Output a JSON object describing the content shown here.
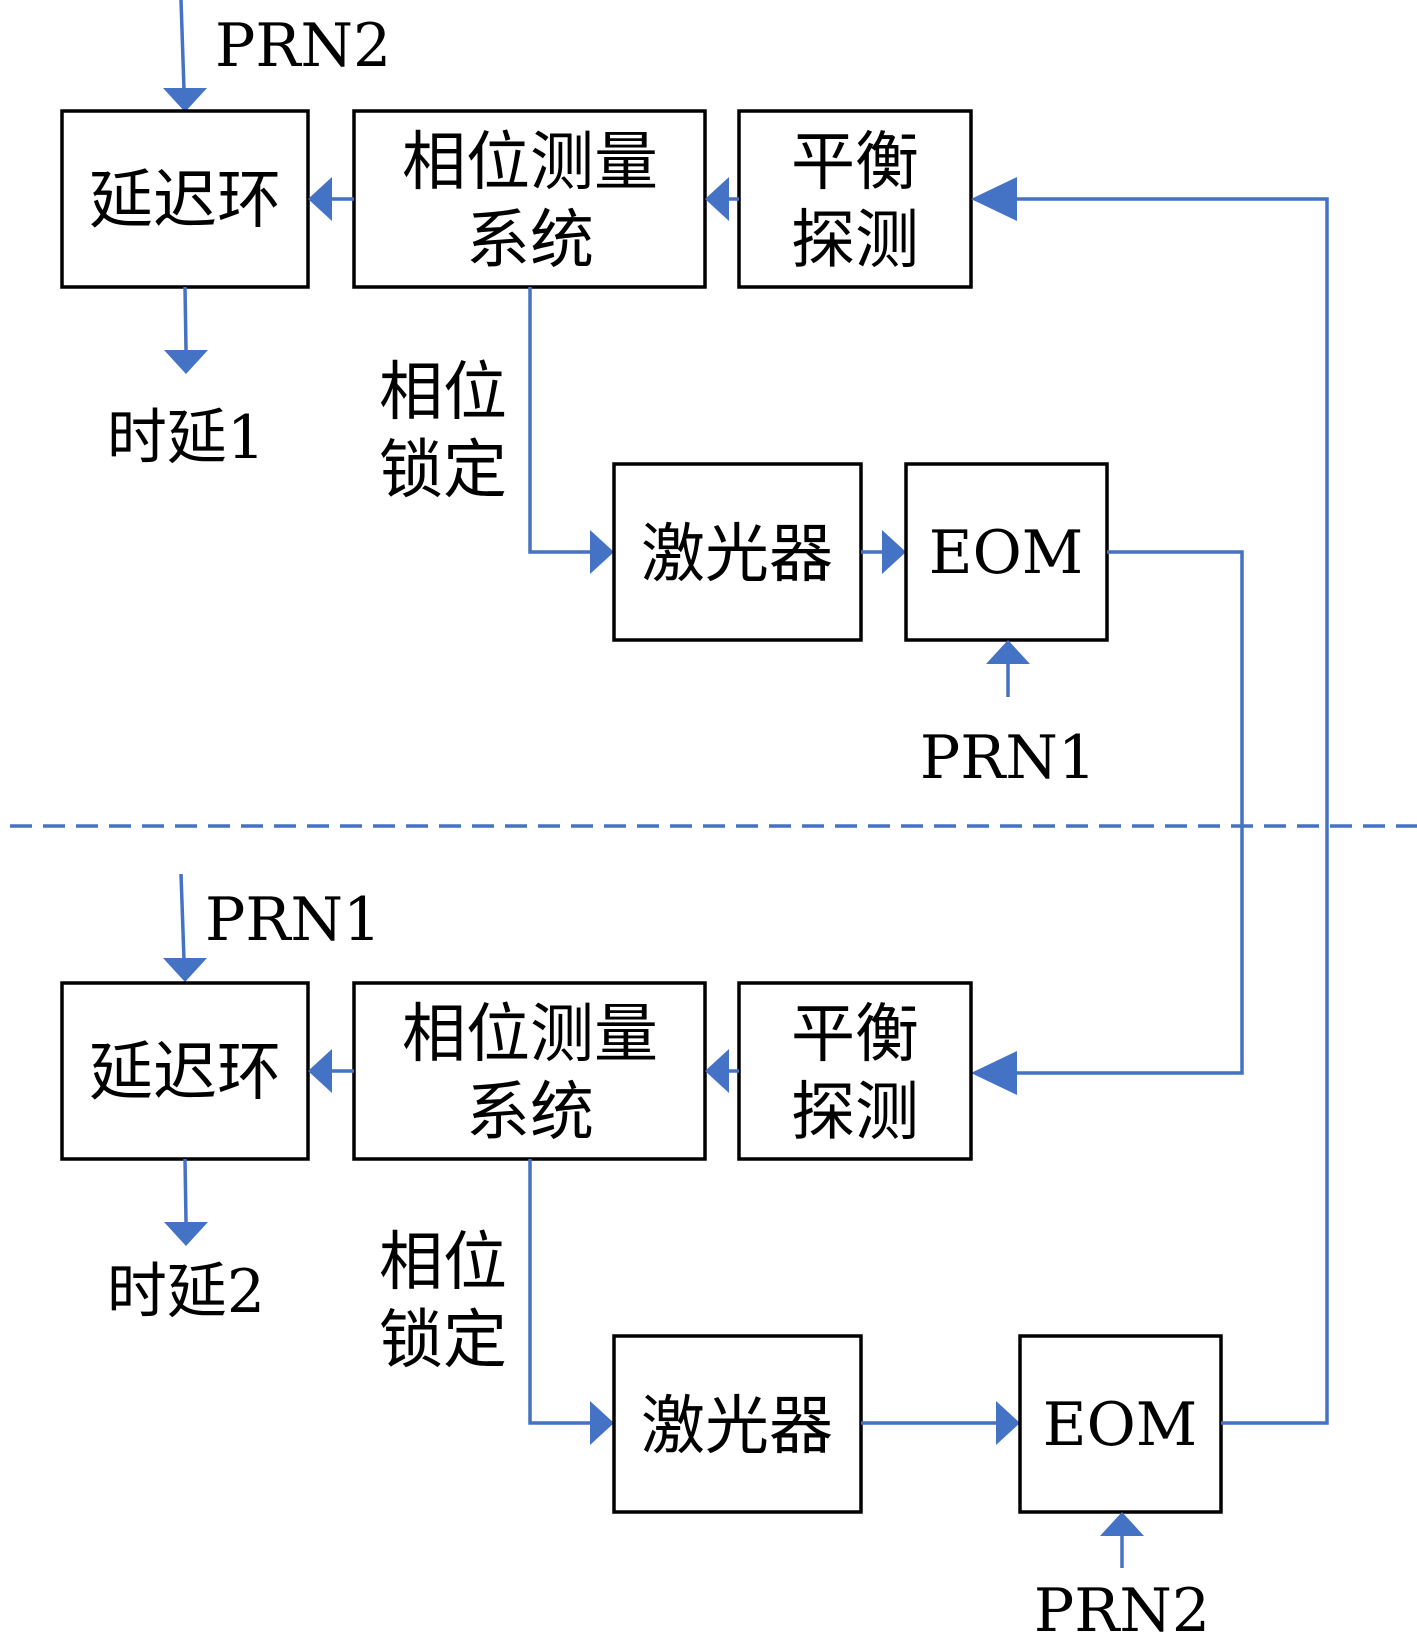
{
  "colors": {
    "wire": "#4472c4",
    "box_border": "#000000",
    "background": "#ffffff"
  },
  "top": {
    "prn_in": "PRN2",
    "delay_loop": "延迟环",
    "phase_meas_line1": "相位测量",
    "phase_meas_line2": "系统",
    "balanced_line1": "平衡",
    "balanced_line2": "探测",
    "delay_out": "时延1",
    "lock_line1": "相位",
    "lock_line2": "锁定",
    "laser": "激光器",
    "eom": "EOM",
    "eom_prn": "PRN1"
  },
  "bottom": {
    "prn_in": "PRN1",
    "delay_loop": "延迟环",
    "phase_meas_line1": "相位测量",
    "phase_meas_line2": "系统",
    "balanced_line1": "平衡",
    "balanced_line2": "探测",
    "delay_out": "时延2",
    "lock_line1": "相位",
    "lock_line2": "锁定",
    "laser": "激光器",
    "eom": "EOM",
    "eom_prn": "PRN2"
  }
}
